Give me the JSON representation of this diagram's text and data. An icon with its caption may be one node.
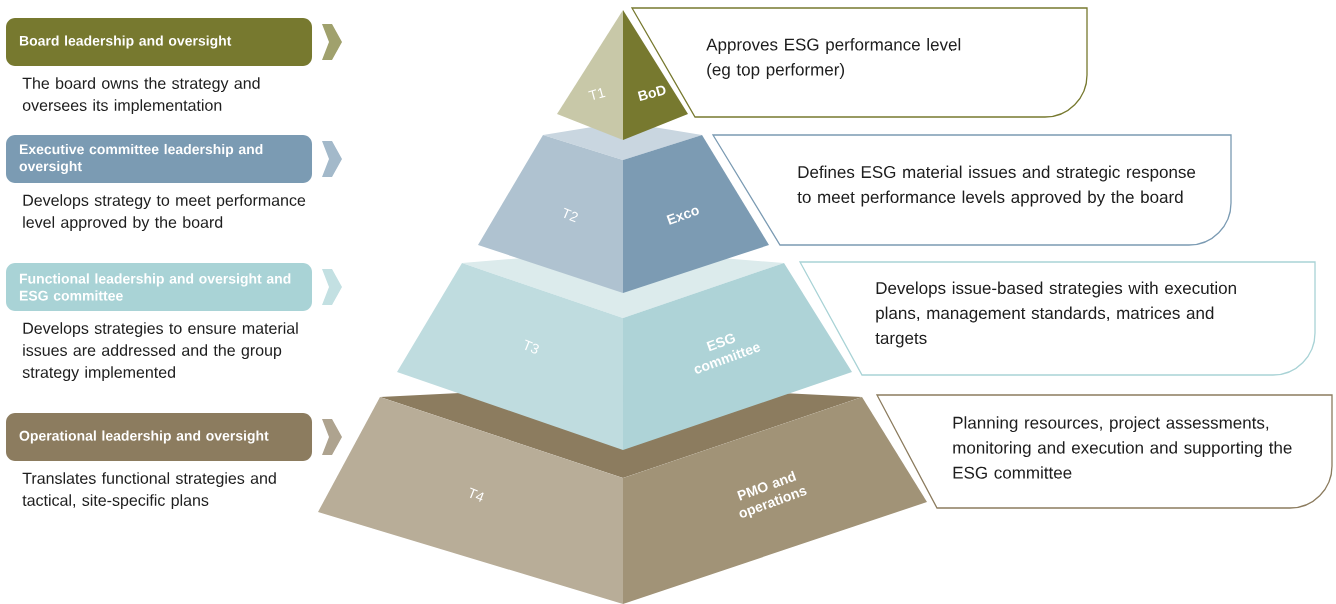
{
  "diagram": {
    "nodes": [
      {
        "text": [
          "Board leadership and oversight"
        ],
        "beside": [
          "The board owns the strategy and oversees its implementation"
        ]
      },
      {
        "text": [
          "Executive committee leadership and oversight"
        ],
        "beside": [
          "Develops strategy to meet performance level approved by the board"
        ]
      },
      {
        "text": [
          "Functional leadership and oversight and ESG committee"
        ],
        "beside": [
          "Develops strategies to ensure material issues are addressed and the group strategy implemented"
        ]
      },
      {
        "text": [
          "Operational leadership and oversight"
        ],
        "beside": [
          "Translates functional strategies and tactical, site-specific plans"
        ]
      },
      {
        "text": [
          "T1",
          "BoD"
        ]
      },
      {
        "text": [
          "T2",
          "Exco"
        ]
      },
      {
        "text": [
          "T3",
          "ESG committee"
        ]
      },
      {
        "text": [
          "T4",
          "PMO and operations"
        ]
      },
      {
        "text": [
          "Approves ESG performance level (eg top performer)"
        ]
      },
      {
        "text": [
          "Defines ESG material issues and strategic response to meet performance levels approved by the board"
        ]
      },
      {
        "text": [
          "Develops issue-based strategies with execution plans, management standards, matrices and targets"
        ]
      },
      {
        "text": [
          "Planning resources, project assessments, monitoring and execution and supporting the ESG committee"
        ]
      }
    ]
  }
}
